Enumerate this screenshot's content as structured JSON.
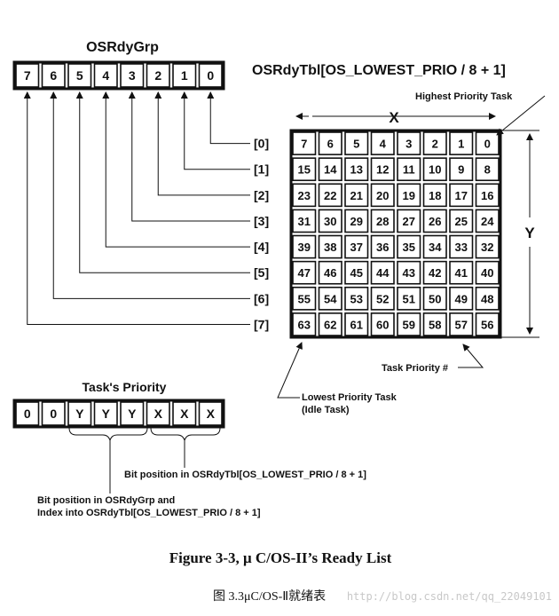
{
  "rdy_grp": {
    "title": "OSRdyGrp",
    "bits": [
      "7",
      "6",
      "5",
      "4",
      "3",
      "2",
      "1",
      "0"
    ]
  },
  "rdy_tbl": {
    "title": "OSRdyTbl[OS_LOWEST_PRIO / 8 + 1]",
    "axis_x": "X",
    "axis_y": "Y",
    "row_labels": [
      "[0]",
      "[1]",
      "[2]",
      "[3]",
      "[4]",
      "[5]",
      "[6]",
      "[7]"
    ],
    "cells": [
      [
        "7",
        "6",
        "5",
        "4",
        "3",
        "2",
        "1",
        "0"
      ],
      [
        "15",
        "14",
        "13",
        "12",
        "11",
        "10",
        "9",
        "8"
      ],
      [
        "23",
        "22",
        "21",
        "20",
        "19",
        "18",
        "17",
        "16"
      ],
      [
        "31",
        "30",
        "29",
        "28",
        "27",
        "26",
        "25",
        "24"
      ],
      [
        "39",
        "38",
        "37",
        "36",
        "35",
        "34",
        "33",
        "32"
      ],
      [
        "47",
        "46",
        "45",
        "44",
        "43",
        "42",
        "41",
        "40"
      ],
      [
        "55",
        "54",
        "53",
        "52",
        "51",
        "50",
        "49",
        "48"
      ],
      [
        "63",
        "62",
        "61",
        "60",
        "59",
        "58",
        "57",
        "56"
      ]
    ]
  },
  "annotations": {
    "highest": "Highest Priority Task",
    "task_priority_num": "Task Priority #",
    "lowest_line1": "Lowest Priority Task",
    "lowest_line2": "(Idle Task)"
  },
  "task_priority": {
    "title": "Task's Priority",
    "bits": [
      "0",
      "0",
      "Y",
      "Y",
      "Y",
      "X",
      "X",
      "X"
    ],
    "note_x": "Bit position in OSRdyTbl[OS_LOWEST_PRIO / 8 + 1]",
    "note_y_line1": "Bit position in OSRdyGrp and",
    "note_y_line2": "Index into OSRdyTbl[OS_LOWEST_PRIO / 8 + 1]"
  },
  "captions": {
    "figure": "Figure 3-3, μ C/OS-II’s Ready List",
    "chinese": "图 3.3μC/OS-Ⅱ就绪表",
    "watermark": "http://blog.csdn.net/qq_22049101"
  }
}
